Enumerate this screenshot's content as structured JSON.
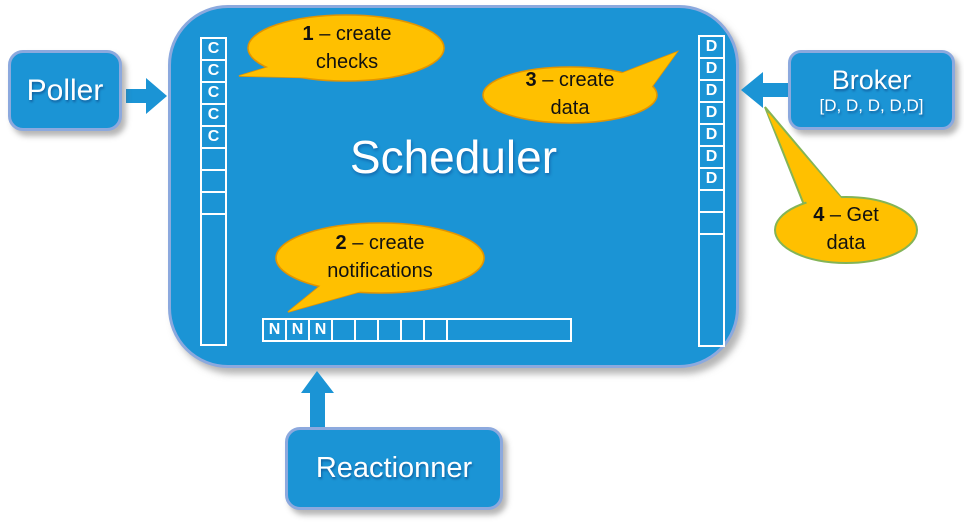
{
  "title": "Scheduler",
  "colors": {
    "node_fill": "#1B94D5",
    "node_border": "#8CA9DE",
    "bubble_fill": "#FFC000",
    "bubble_border": "#E29400",
    "bubble4_border": "#84B456",
    "cell_border": "#FFFFFF",
    "text_light": "#FFFFFF",
    "text_dark": "#111111"
  },
  "nodes": {
    "poller": {
      "label": "Poller"
    },
    "broker": {
      "label": "Broker",
      "sublabel": "[D, D, D, D,D]"
    },
    "reactionner": {
      "label": "Reactionner"
    }
  },
  "queues": {
    "checks": {
      "letter": "C",
      "filled": 5,
      "empty": 3,
      "tail": 1
    },
    "data": {
      "letter": "D",
      "filled": 7,
      "empty": 2,
      "tail": 1
    },
    "notifications": {
      "letter": "N",
      "filled": 3,
      "empty": 5,
      "tail": 1
    }
  },
  "callouts": [
    {
      "number": "1",
      "line1": "– create",
      "line2": "checks"
    },
    {
      "number": "2",
      "line1": "– create",
      "line2": "notifications"
    },
    {
      "number": "3",
      "line1": "– create",
      "line2": "data"
    },
    {
      "number": "4",
      "line1": "– Get",
      "line2": "data"
    }
  ]
}
